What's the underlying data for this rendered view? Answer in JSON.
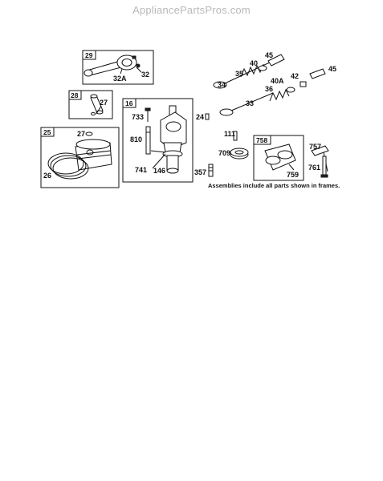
{
  "watermark": "AppliancePartsPros.com",
  "frames": {
    "f29": "29",
    "f28": "28",
    "f16": "16",
    "f25": "25",
    "f758": "758"
  },
  "labels": {
    "p32A": "32A",
    "p32": "32",
    "p27a": "27",
    "p733": "733",
    "p810": "810",
    "p741": "741",
    "p146": "146",
    "p24": "24",
    "p357": "357",
    "p27b": "27",
    "p26": "26",
    "p45a": "45",
    "p40": "40",
    "p35": "35",
    "p34": "34",
    "p42": "42",
    "p45b": "45",
    "p40A": "40A",
    "p36": "36",
    "p33": "33",
    "p111": "111",
    "p709": "709",
    "p757": "757",
    "p759": "759",
    "p761": "761"
  },
  "note": "Assemblies include all parts shown in frames."
}
